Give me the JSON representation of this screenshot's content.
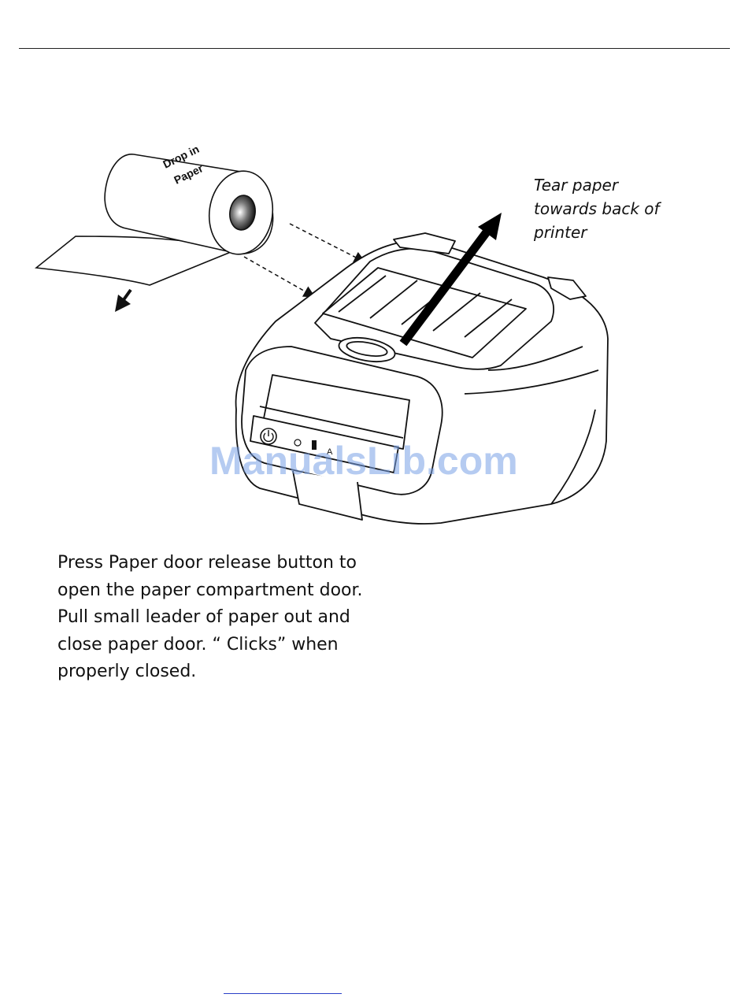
{
  "illustration": {
    "roll_label_line1": "Drop in",
    "roll_label_line2": "Paper",
    "tear_note": [
      "Tear paper",
      "towards back of",
      "printer"
    ],
    "panel_icon_a": "A",
    "icons": [
      "paper-roll-icon",
      "printer-icon",
      "power-icon",
      "battery-icon",
      "arrow-up-right-icon",
      "arrow-down-left-icon"
    ]
  },
  "watermark": "ManualsLib.com",
  "instructions": [
    "Press Paper door release button to",
    "open the paper compartment door.",
    "Pull small leader of paper out and",
    "close paper door. “ Clicks” when",
    "properly closed."
  ],
  "colors": {
    "text": "#111111",
    "line": "#222222",
    "watermark": "#78a0e6",
    "link": "#2a40c8"
  }
}
